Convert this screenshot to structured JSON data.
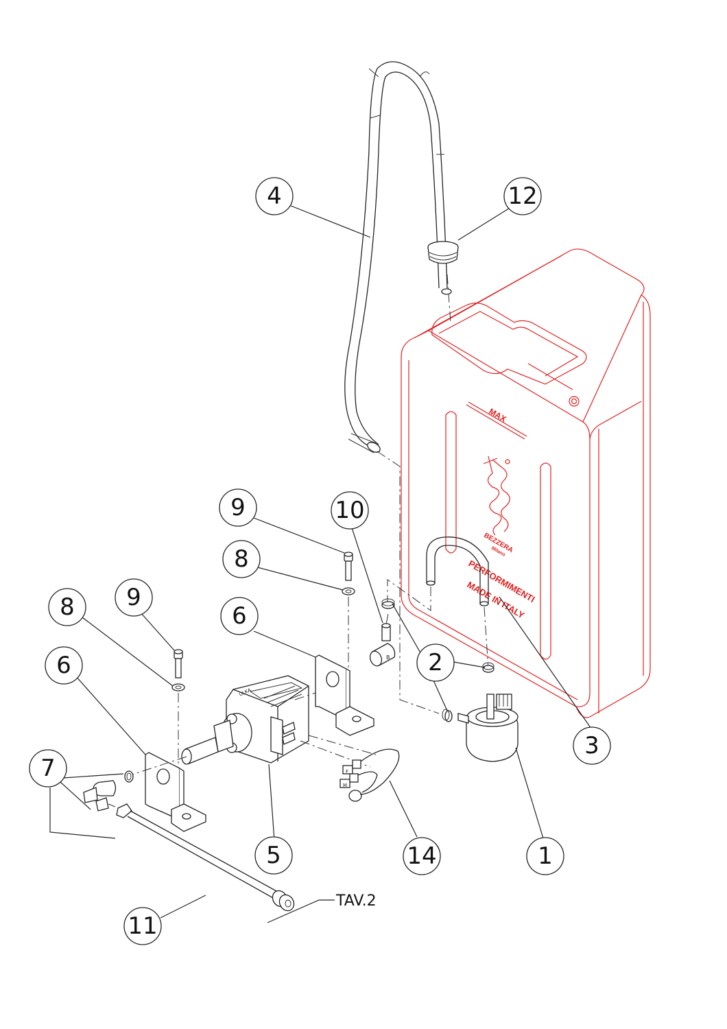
{
  "diagram": {
    "type": "exploded-parts-view",
    "accent_colors": {
      "tank_outline": "#e02020",
      "line_art": "#222222"
    },
    "tank_markings": {
      "max_label": "MAX",
      "brand_label": "BEZZERA",
      "brand_sub": "Milano",
      "emboss_line_1": "PERFORMIMENTI",
      "emboss_line_2": "MADE IN ITALY"
    },
    "balloons": [
      {
        "id": "b4",
        "label": "4",
        "part": "silicone-tube"
      },
      {
        "id": "b12",
        "label": "12",
        "part": "tube-grommet"
      },
      {
        "id": "b9a",
        "label": "9",
        "part": "screw"
      },
      {
        "id": "b8a",
        "label": "8",
        "part": "washer"
      },
      {
        "id": "b10",
        "label": "10",
        "part": "elbow-fitting"
      },
      {
        "id": "b9b",
        "label": "9",
        "part": "screw"
      },
      {
        "id": "b8b",
        "label": "8",
        "part": "washer"
      },
      {
        "id": "b6a",
        "label": "6",
        "part": "pump-bracket"
      },
      {
        "id": "b6b",
        "label": "6",
        "part": "pump-bracket"
      },
      {
        "id": "b2",
        "label": "2",
        "part": "hose-clamp"
      },
      {
        "id": "b3",
        "label": "3",
        "part": "suction-tube"
      },
      {
        "id": "b7",
        "label": "7",
        "part": "pump-fitting-kit"
      },
      {
        "id": "b5",
        "label": "5",
        "part": "vibration-pump"
      },
      {
        "id": "b14",
        "label": "14",
        "part": "diode-connector"
      },
      {
        "id": "b1",
        "label": "1",
        "part": "flowmeter"
      },
      {
        "id": "b11",
        "label": "11",
        "part": "pump-outlet-tube"
      }
    ],
    "reference": {
      "label": "TAV.2"
    },
    "pump_markings": {
      "label_top": "ULKA",
      "clamp_f": "F",
      "clamp_m": "M",
      "elbow_mark": "B"
    }
  }
}
